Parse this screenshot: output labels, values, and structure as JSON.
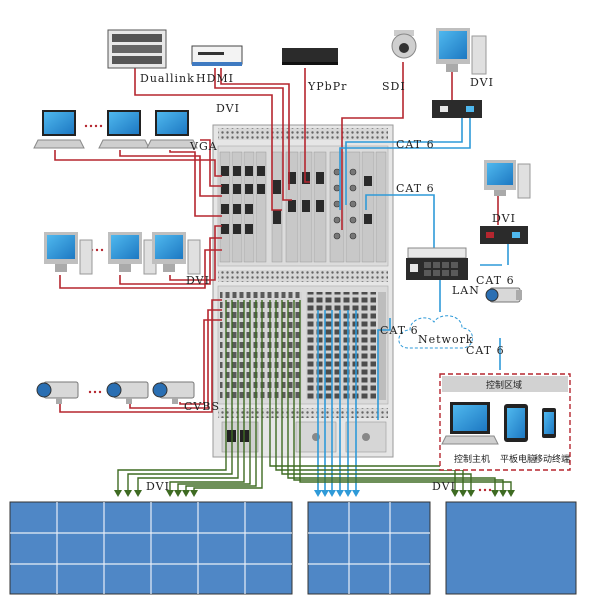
{
  "labels": {
    "dualink": "Duallink",
    "hdmi": "HDMI",
    "ypbpr": "YPbPr",
    "sdi": "SDI",
    "dvi_top": "DVI",
    "dvi_src": "DVI",
    "vga": "VGA",
    "dvi_left": "DVI",
    "cat6_a": "CAT 6",
    "cat6_b": "CAT 6",
    "dvi_right": "DVI",
    "lan": "LAN",
    "cat6_c": "CAT 6",
    "cat6_d": "CAT 6",
    "cat6_e": "CAT 6",
    "network": "Network",
    "cvbs": "CVBS",
    "dvi_out_left": "DVI",
    "dvi_out_right": "DVI"
  },
  "control_zone": {
    "title": "控制区域",
    "devices": [
      "控制主机",
      "平板电脑",
      "移动终端"
    ]
  },
  "colors": {
    "red": "#b5262f",
    "blue": "#2f9ad8",
    "green": "#3e6b22",
    "rack": "#e3e3e3",
    "screen": "#3d8fd4",
    "wall": "#4f87c6"
  },
  "icons": [
    "server-icon",
    "hdmi-player-icon",
    "ypbpr-player-icon",
    "dome-camera-icon",
    "desktop-pc-icon",
    "encoder-box-icon",
    "laptop-icon",
    "network-switch-icon",
    "network-cloud-icon",
    "bullet-camera-icon",
    "tablet-icon",
    "phone-icon",
    "matrix-rack-icon",
    "video-wall-icon"
  ]
}
